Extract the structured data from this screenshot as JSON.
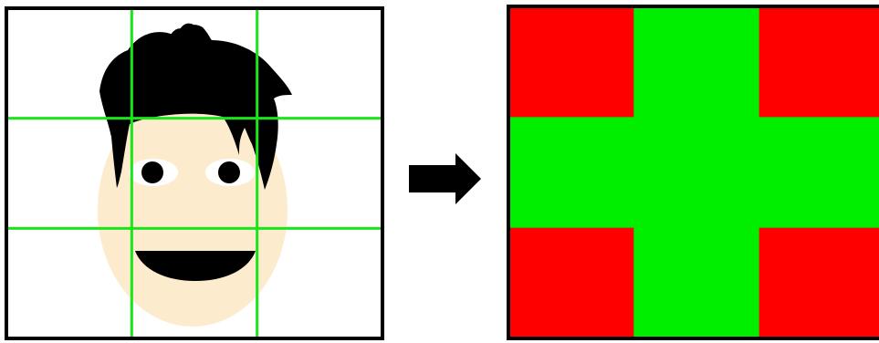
{
  "left_panel": {
    "grid_rows": 3,
    "grid_cols": 3,
    "grid_color": "#19e619",
    "frame_color": "#000000",
    "face": {
      "skin_color": "#fdebcd",
      "hair_color": "#000000",
      "eye_white_color": "#ffffff",
      "pupil_color": "#000000",
      "mouth_color": "#000000"
    }
  },
  "arrow": {
    "icon": "right-arrow-icon",
    "color": "#000000"
  },
  "right_panel": {
    "rows": 3,
    "cols": 3,
    "frame_color": "#000000",
    "colors": {
      "red": "#ff0000",
      "green": "#00ee00"
    },
    "cells": [
      [
        "red",
        "green",
        "red"
      ],
      [
        "green",
        "green",
        "green"
      ],
      [
        "red",
        "green",
        "red"
      ]
    ]
  }
}
